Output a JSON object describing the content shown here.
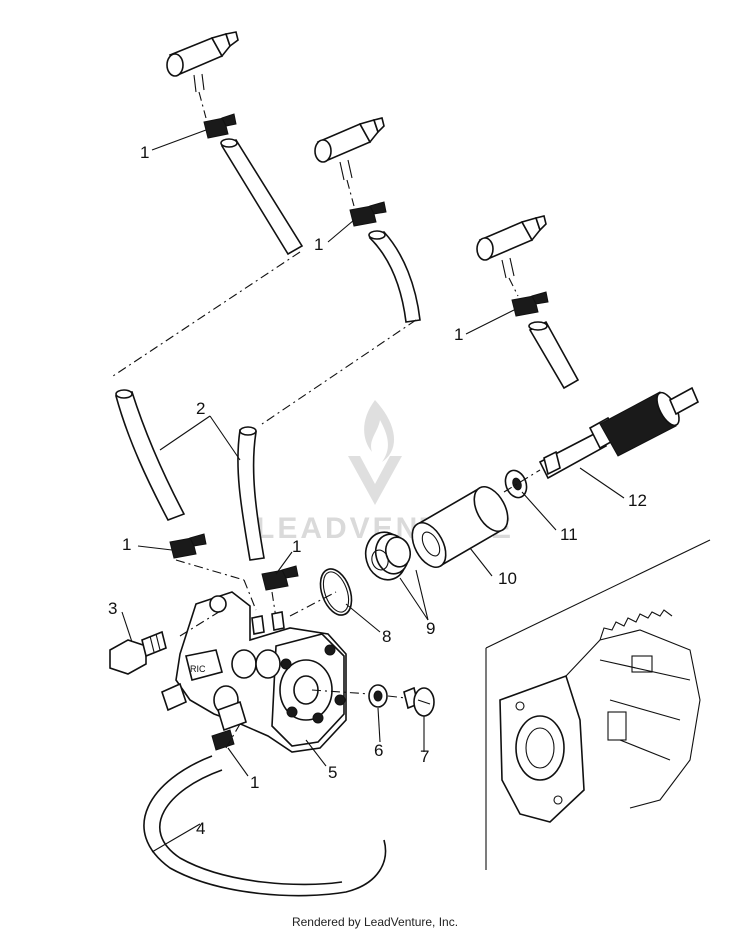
{
  "callouts": {
    "c1a": "1",
    "c1b": "1",
    "c1c": "1",
    "c1d": "1",
    "c1e": "1",
    "c1f": "1",
    "c2": "2",
    "c3": "3",
    "c4": "4",
    "c5": "5",
    "c6": "6",
    "c7": "7",
    "c8": "8",
    "c9": "9",
    "c10": "10",
    "c11": "11",
    "c12": "12"
  },
  "watermark": {
    "text": "LEADVENTURE",
    "logo": "leadventure-flame-logo"
  },
  "footer": {
    "text": "Rendered by LeadVenture, Inc."
  }
}
